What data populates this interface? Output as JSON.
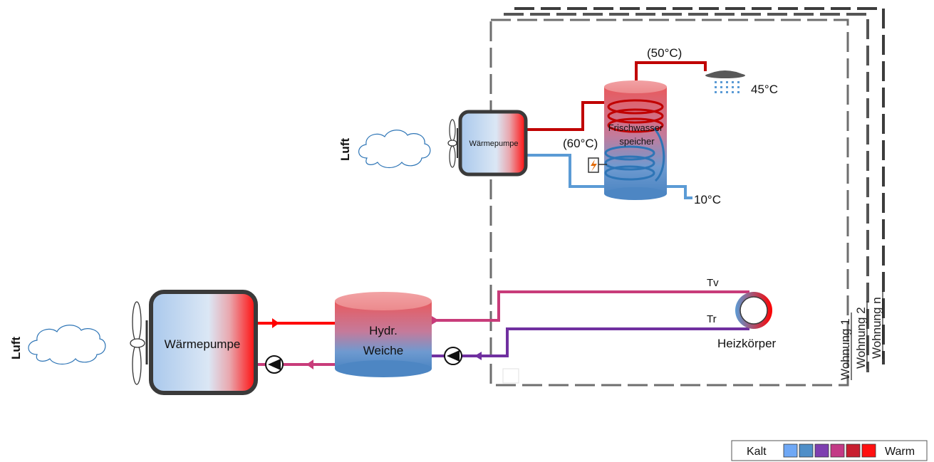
{
  "labels": {
    "luft_small": "Luft",
    "luft_large": "Luft",
    "hp_small": "Wärmepumpe",
    "hp_large": "Wärmepumpe",
    "storage_line1": "Frischwasser",
    "storage_line2": "speicher",
    "weiche_line1": "Hydr.",
    "weiche_line2": "Weiche",
    "temp_shower_supply": "(50°C)",
    "temp_shower": "45°C",
    "temp_storage": "(60°C)",
    "temp_cold": "10°C",
    "tv": "Tv",
    "tr": "Tr",
    "radiator": "Heizkörper",
    "apartment_1": "Wohnung 1",
    "apartment_2": "Wohnung 2",
    "apartment_n": "Wohnung n"
  },
  "legend": {
    "cold": "Kalt",
    "warm": "Warm",
    "swatches": [
      "#6fa8f5",
      "#4f8fc8",
      "#7e3fb0",
      "#c33a86",
      "#c81e2f",
      "#ff1010"
    ]
  },
  "colors": {
    "hot": "#c00000",
    "hot_bright": "#ff0000",
    "cold": "#5b9bd5",
    "supply": "#c83c7a",
    "return": "#7030a0",
    "frame": "#666666"
  }
}
